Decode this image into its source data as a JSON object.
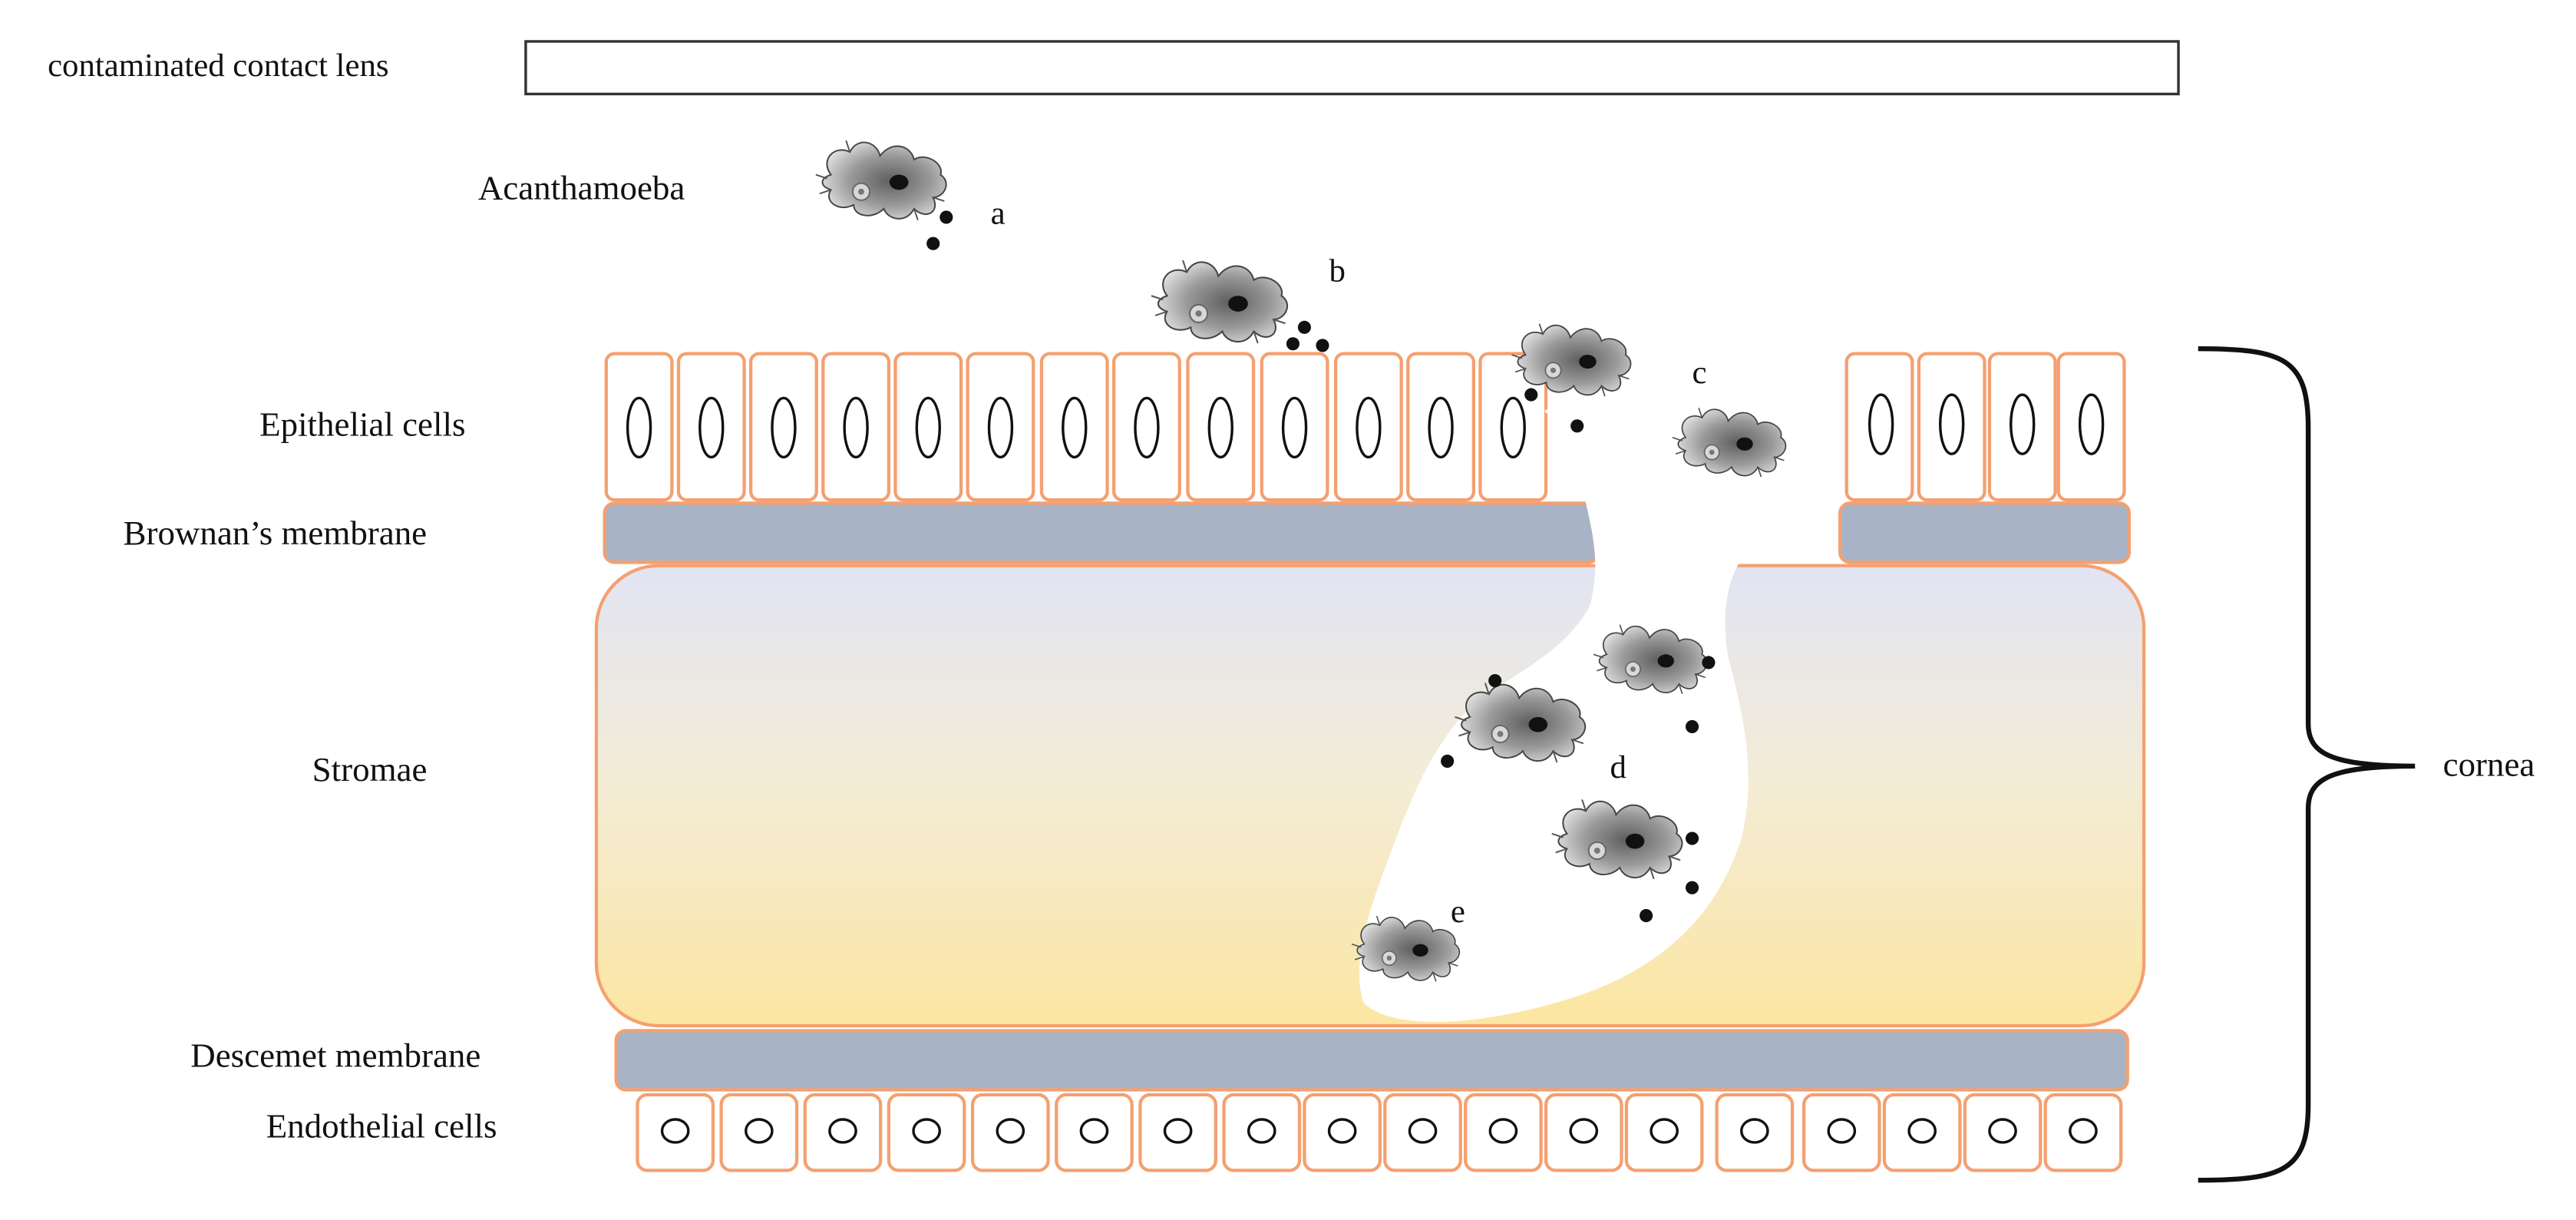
{
  "labels": {
    "lens": "contaminated contact lens",
    "organism": "Acanthamoeba",
    "epithelial": "Epithelial cells",
    "bowman": "Brownan’s membrane",
    "stroma": "Stromae",
    "descemet": "Descemet membrane",
    "endothelial": "Endothelial cells",
    "cornea": "cornea"
  },
  "stages": {
    "a": "a",
    "b": "b",
    "c": "c",
    "d": "d",
    "e": "e"
  },
  "colors": {
    "cell_border": "#f4a070",
    "membrane_fill": "#a8b4c6",
    "stroma_top": "#e2e4f3",
    "stroma_bottom": "#fce6a2",
    "amoeba": "#9a9a9a",
    "ink": "#111111"
  }
}
